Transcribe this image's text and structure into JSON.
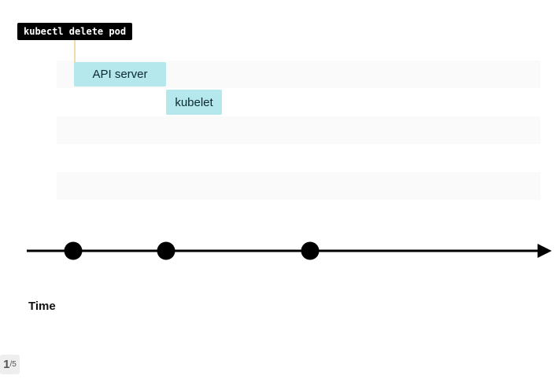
{
  "command": "kubectl delete pod",
  "components": [
    {
      "label": "API server"
    },
    {
      "label": "kubelet"
    }
  ],
  "axis_label": "Time",
  "pagination": {
    "current": "1",
    "total": "/5"
  },
  "colors": {
    "component_fill": "#b4e8ec",
    "command_bg": "#000000"
  }
}
